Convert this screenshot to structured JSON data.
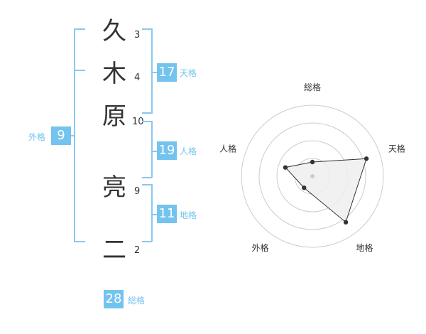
{
  "name": {
    "chars": [
      {
        "char": "久",
        "strokes": "3"
      },
      {
        "char": "木",
        "strokes": "4"
      },
      {
        "char": "原",
        "strokes": "10"
      },
      {
        "char": "亮",
        "strokes": "9"
      },
      {
        "char": "二",
        "strokes": "2"
      }
    ]
  },
  "fortunes": {
    "tenkaku": {
      "value": "17",
      "label": "天格"
    },
    "jinkaku": {
      "value": "19",
      "label": "人格"
    },
    "chikaku": {
      "value": "11",
      "label": "地格"
    },
    "gaikaku": {
      "value": "9",
      "label": "外格"
    },
    "soukaku": {
      "value": "28",
      "label": "総格"
    }
  },
  "chart_data": {
    "type": "radar",
    "axes": [
      "総格",
      "天格",
      "地格",
      "外格",
      "人格"
    ],
    "values": [
      0.2,
      0.8,
      0.8,
      0.2,
      0.4
    ],
    "range": [
      0,
      1
    ],
    "rings": 4,
    "colors": {
      "fill": "#eeeeee",
      "stroke": "#333333",
      "grid": "#cccccc",
      "point": "#333333"
    }
  }
}
